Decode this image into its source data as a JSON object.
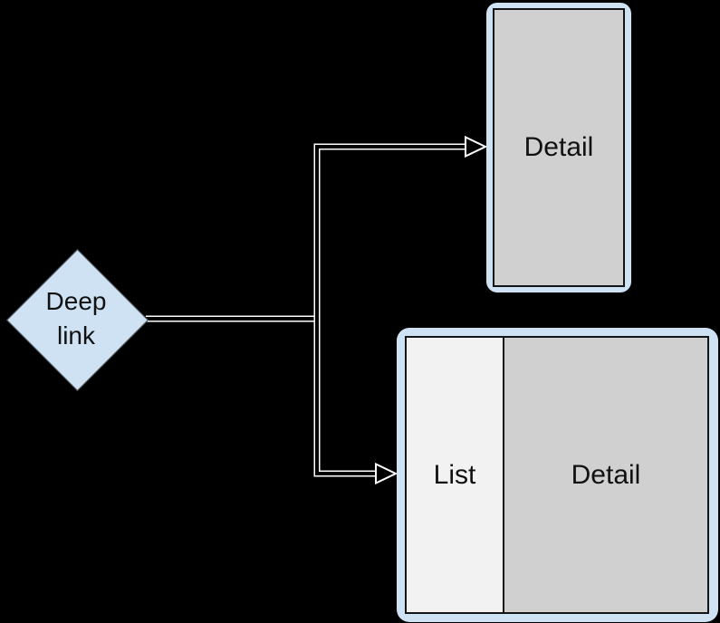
{
  "diagram": {
    "background_color": "#000000",
    "accent_color": "#cfe2f3",
    "line_casing_color": "#ffffff",
    "line_core_color": "#000000",
    "text_color": "#111111",
    "nodes": {
      "deep_link": {
        "shape": "diamond",
        "label": "Deep link",
        "fill": "#cfe2f3"
      },
      "detail_screen": {
        "shape": "portrait-phone-frame",
        "label": "Detail",
        "fill": "#d0d0d0",
        "frame_color": "#cfe2f3"
      },
      "list_detail_screen": {
        "shape": "landscape-split-frame",
        "frame_color": "#cfe2f3",
        "panels": [
          {
            "label": "List",
            "fill": "#f2f2f2"
          },
          {
            "label": "Detail",
            "fill": "#d0d0d0"
          }
        ]
      }
    },
    "connectors": [
      {
        "from": "deep_link",
        "to": "detail_screen"
      },
      {
        "from": "deep_link",
        "to": "list_detail_screen"
      }
    ]
  }
}
